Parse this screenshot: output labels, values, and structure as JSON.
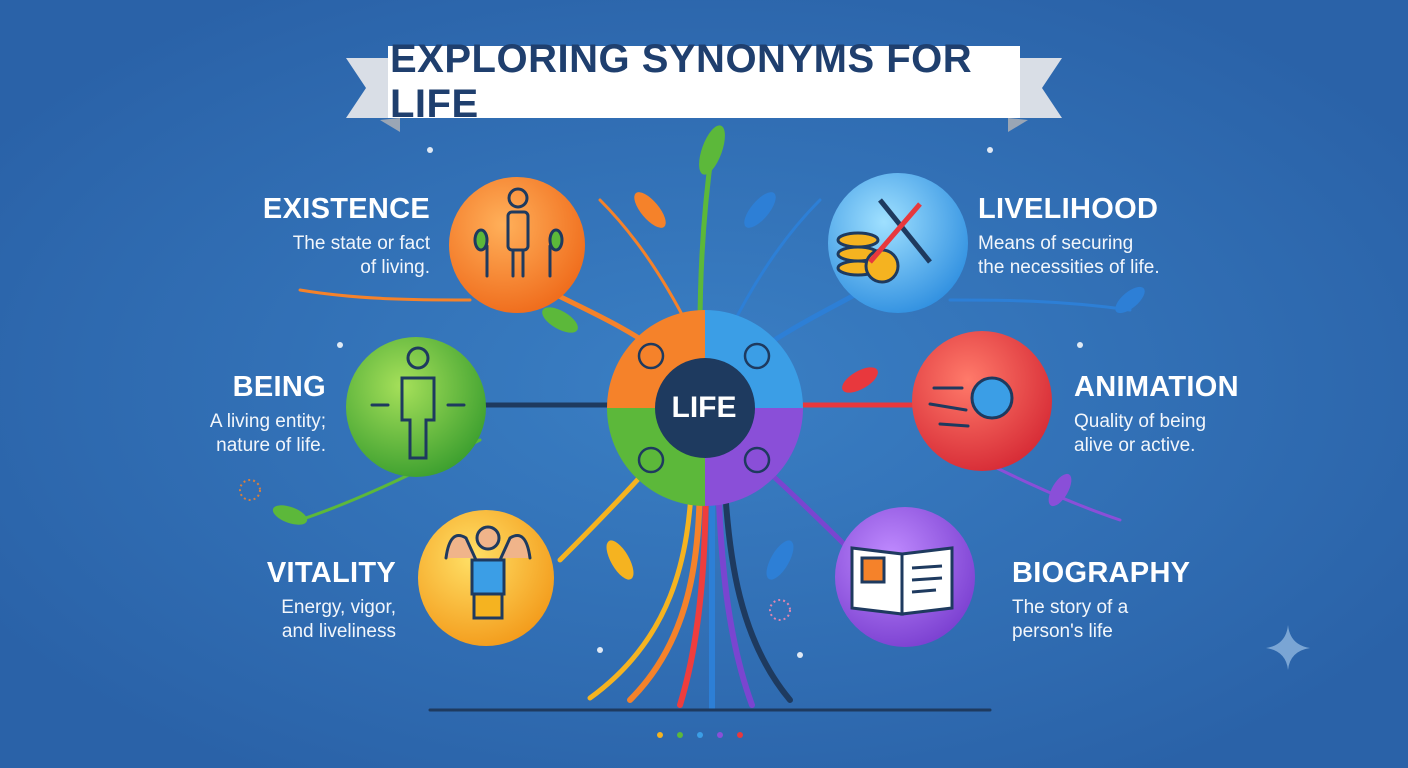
{
  "title": "EXPLORING SYNONYMS FOR LIFE",
  "center": {
    "label": "LIFE"
  },
  "synonyms": [
    {
      "term": "EXISTENCE",
      "line1": "The state or fact",
      "line2": "of living.",
      "color": "#f5822a"
    },
    {
      "term": "BEING",
      "line1": "A living entity;",
      "line2": "nature of life.",
      "color": "#5cb83a"
    },
    {
      "term": "VITALITY",
      "line1": "Energy, vigor,",
      "line2": "and liveliness",
      "color": "#f5b320"
    },
    {
      "term": "LIVELIHOOD",
      "line1": "Means of securing",
      "line2": "the necessities of life.",
      "color": "#3b9ee6"
    },
    {
      "term": "ANIMATION",
      "line1": "Quality of being",
      "line2": "alive or active.",
      "color": "#e8383d"
    },
    {
      "term": "BIOGRAPHY",
      "line1": "The story of a",
      "line2": "person's life",
      "color": "#8a4fd8"
    }
  ],
  "colors": {
    "background": "#2f6db3",
    "banner": "#ffffff",
    "title_text": "#1f3f6e",
    "center_circle": "#1e3a5f"
  }
}
